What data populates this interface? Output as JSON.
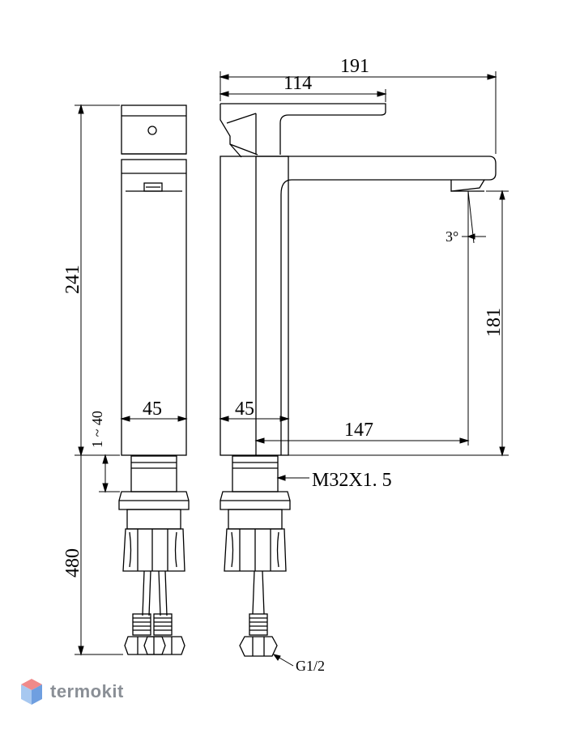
{
  "dimensions": {
    "overall_length": "191",
    "spout_to_handle": "114",
    "total_height": "241",
    "body_width_front": "45",
    "body_width_side": "45",
    "spout_reach": "147",
    "spout_height": "181",
    "deck_thickness": "1 ~ 40",
    "hose_length": "480",
    "spout_angle": "3°"
  },
  "callouts": {
    "thread": "M32X1. 5",
    "connection": "G1/2"
  },
  "brand": {
    "name": "termokit",
    "colors": {
      "top": "#f08a8a",
      "left": "#a7c8f0",
      "right": "#6f9fe0"
    }
  }
}
